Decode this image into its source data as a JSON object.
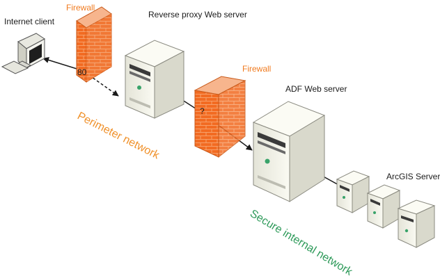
{
  "labels": {
    "internet_client": "Internet client",
    "firewall_outer": "Firewall",
    "reverse_proxy": "Reverse proxy Web server",
    "firewall_inner": "Firewall",
    "adf_server": "ADF Web server",
    "arcgis_server": "ArcGIS Server",
    "perimeter_network": "Perimeter network",
    "secure_network": "Secure internal network"
  },
  "ports": {
    "outer": "80",
    "inner": "?"
  },
  "colors": {
    "firewall_face": "#f26b22",
    "firewall_side": "#e9c2a0",
    "perimeter_text": "#f0912a",
    "secure_text": "#2e9a5a",
    "server_face": "#f1f1e6",
    "server_side": "#d9d9cc",
    "server_top": "#fbfbf4"
  },
  "icons": {
    "client": "desktop-computer-icon",
    "firewall": "brick-wall-icon",
    "server": "tower-server-icon"
  }
}
